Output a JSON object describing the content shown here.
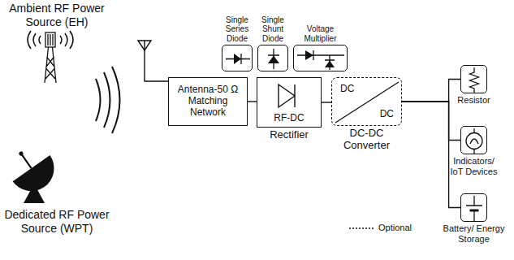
{
  "diagram": {
    "nodes": [
      {
        "text": [
          "Antenna-50 Ω Matching Network"
        ]
      },
      {
        "text": [
          "Single Series Diode"
        ]
      },
      {
        "text": [
          "Single Shunt Diode"
        ]
      },
      {
        "text": [
          "Voltage Multiplier"
        ]
      },
      {
        "text": [
          "RF-DC",
          "Rectifier"
        ]
      },
      {
        "text": [
          "DC",
          "DC",
          "DC-DC Converter"
        ]
      },
      {
        "text": [
          "Resistor"
        ]
      },
      {
        "text": [
          "Indicators/ IoT Devices"
        ]
      },
      {
        "text": [
          "Battery/ Energy Storage"
        ]
      }
    ],
    "edges": [
      {
        "from": 0,
        "to": 4,
        "arrow": "none"
      },
      {
        "from": 4,
        "to": 5,
        "arrow": "none"
      },
      {
        "from": 5,
        "to": 6,
        "arrow": "none"
      },
      {
        "from": 5,
        "to": 7,
        "arrow": "none"
      },
      {
        "from": 5,
        "to": 8,
        "arrow": "none"
      }
    ],
    "labels": [
      "Ambient RF Power Source (EH)",
      "Dedicated RF Power Source (WPT)"
    ],
    "legend": [
      {
        "text": "Optional"
      }
    ]
  }
}
